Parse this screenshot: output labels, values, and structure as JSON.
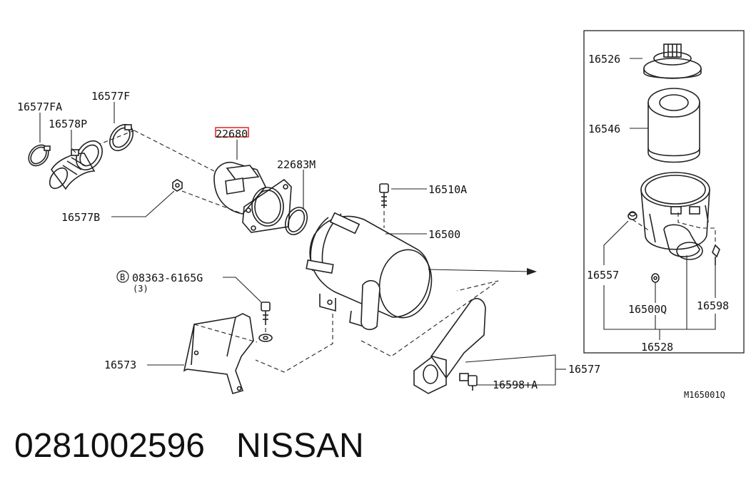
{
  "diagram": {
    "parts": {
      "p16577FA": "16577FA",
      "p16577F": "16577F",
      "p16578P": "16578P",
      "p22680": "22680",
      "p22683M": "22683M",
      "p16577B": "16577B",
      "p16510A": "16510A",
      "p16500": "16500",
      "p08363": "08363-6165G",
      "p08363_qty": "(3)",
      "p08363_symbol": "B",
      "p16573": "16573",
      "p16577": "16577",
      "p16598A": "16598+A",
      "p16526": "16526",
      "p16546": "16546",
      "p16557": "16557",
      "p16500Q": "16500Q",
      "p16598": "16598",
      "p16528": "16528"
    },
    "figure_code": "M165001Q",
    "highlight_color": "#e0251b"
  },
  "footer": {
    "part_number": "0281002596",
    "brand": "NISSAN"
  }
}
